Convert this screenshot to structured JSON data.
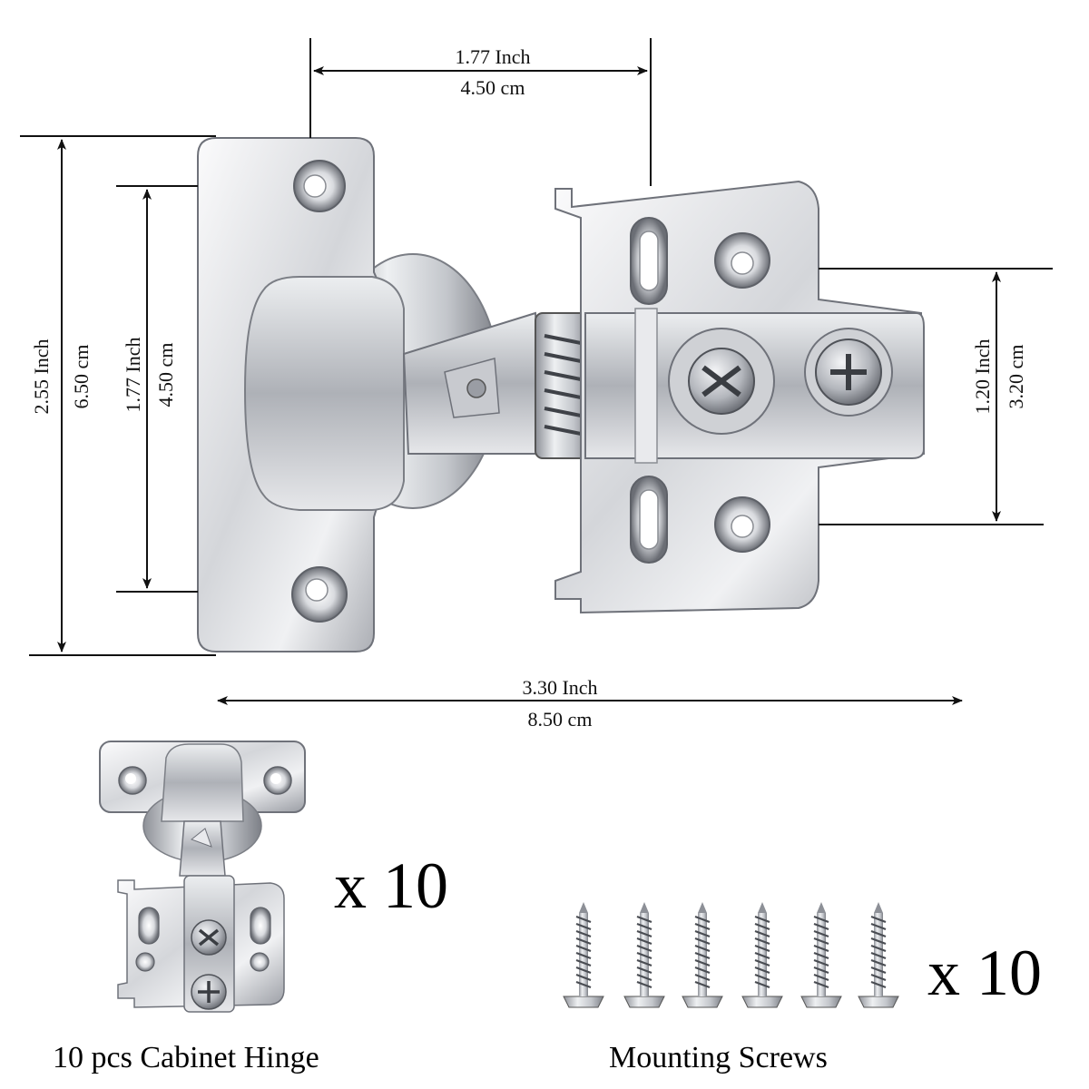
{
  "dimensions": {
    "top_width_inch": "1.77 Inch",
    "top_width_cm": "4.50 cm",
    "overall_height_inch": "2.55 Inch",
    "overall_height_cm": "6.50 cm",
    "hole_spacing_inch": "1.77 Inch",
    "hole_spacing_cm": "4.50 cm",
    "plate_height_inch": "1.20 Inch",
    "plate_height_cm": "3.20 cm",
    "overall_length_inch": "3.30 Inch",
    "overall_length_cm": "8.50 cm"
  },
  "package": {
    "hinge_quantity": "x 10",
    "hinge_caption": "10 pcs Cabinet Hinge",
    "screw_quantity": "x 10",
    "screw_caption": "Mounting Screws"
  },
  "icons": {
    "hinge": "cabinet-hinge-icon",
    "screw": "mounting-screw-icon"
  },
  "colors": {
    "metal_light": "#f2f3f5",
    "metal_mid": "#b9bcc2",
    "metal_dark": "#5e6168",
    "line": "#111111"
  }
}
